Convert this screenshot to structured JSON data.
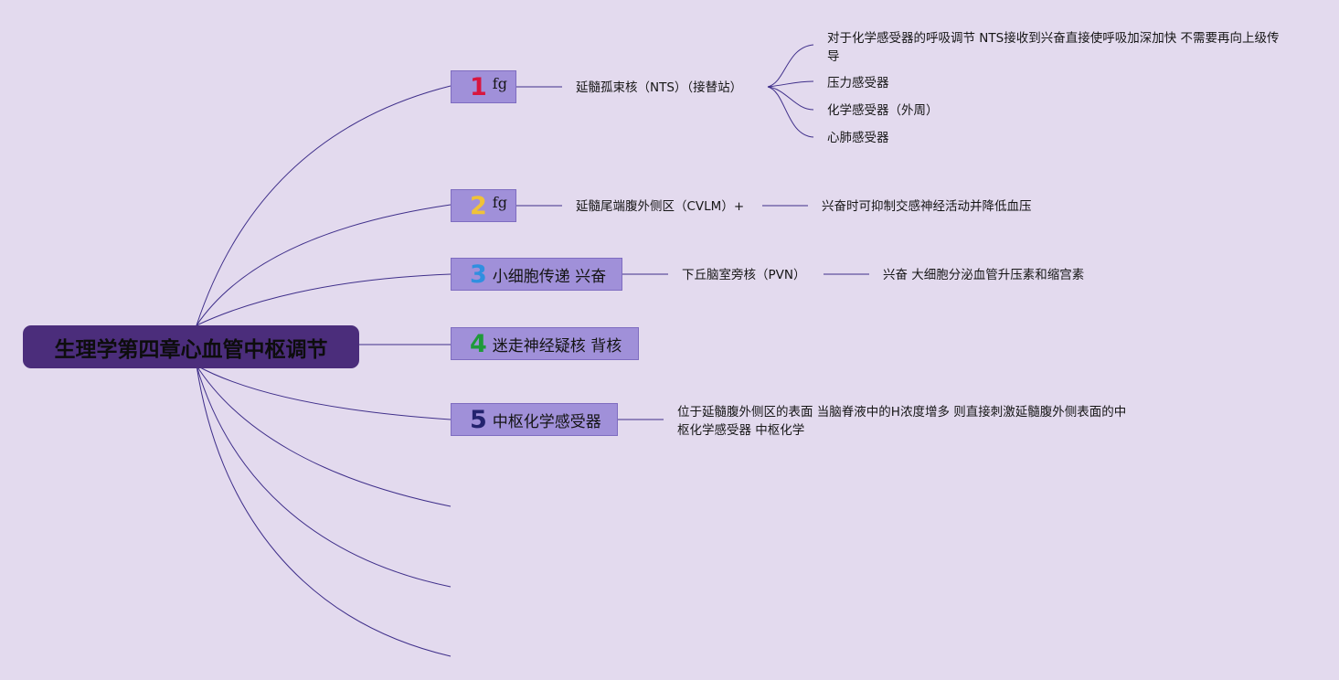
{
  "root": {
    "title": "生理学第四章心血管中枢调节"
  },
  "colors": {
    "background": "#e3daee",
    "root_fill": "#4b2d7b",
    "topic_fill": "#a090d9",
    "connector": "#3f2f8a",
    "num1": "#d8163f",
    "num2": "#f0c238",
    "num3": "#2f8fe0",
    "num4": "#1f9a3a",
    "num5": "#23236e"
  },
  "topics": [
    {
      "num": "1",
      "label": "fg",
      "children": [
        {
          "text": "延髓孤束核（NTS）（接替站）",
          "children": [
            {
              "text": "对于化学感受器的呼吸调节 NTS接收到兴奋直接使呼吸加深加快 不需要再向上级传导"
            },
            {
              "text": "压力感受器"
            },
            {
              "text": "化学感受器（外周）"
            },
            {
              "text": "心肺感受器"
            }
          ]
        }
      ]
    },
    {
      "num": "2",
      "label": "fg",
      "children": [
        {
          "text": "延髓尾端腹外侧区（CVLM）+",
          "children": [
            {
              "text": "兴奋时可抑制交感神经活动并降低血压"
            }
          ]
        }
      ]
    },
    {
      "num": "3",
      "label": "小细胞传递 兴奋",
      "children": [
        {
          "text": "下丘脑室旁核（PVN）",
          "children": [
            {
              "text": "兴奋 大细胞分泌血管升压素和缩宫素"
            }
          ]
        }
      ]
    },
    {
      "num": "4",
      "label": "迷走神经疑核 背核",
      "children": []
    },
    {
      "num": "5",
      "label": "中枢化学感受器",
      "children": [
        {
          "text": "位于延髓腹外侧区的表面 当脑脊液中的H浓度增多 则直接刺激延髓腹外侧表面的中枢化学感受器 中枢化学"
        }
      ]
    }
  ]
}
